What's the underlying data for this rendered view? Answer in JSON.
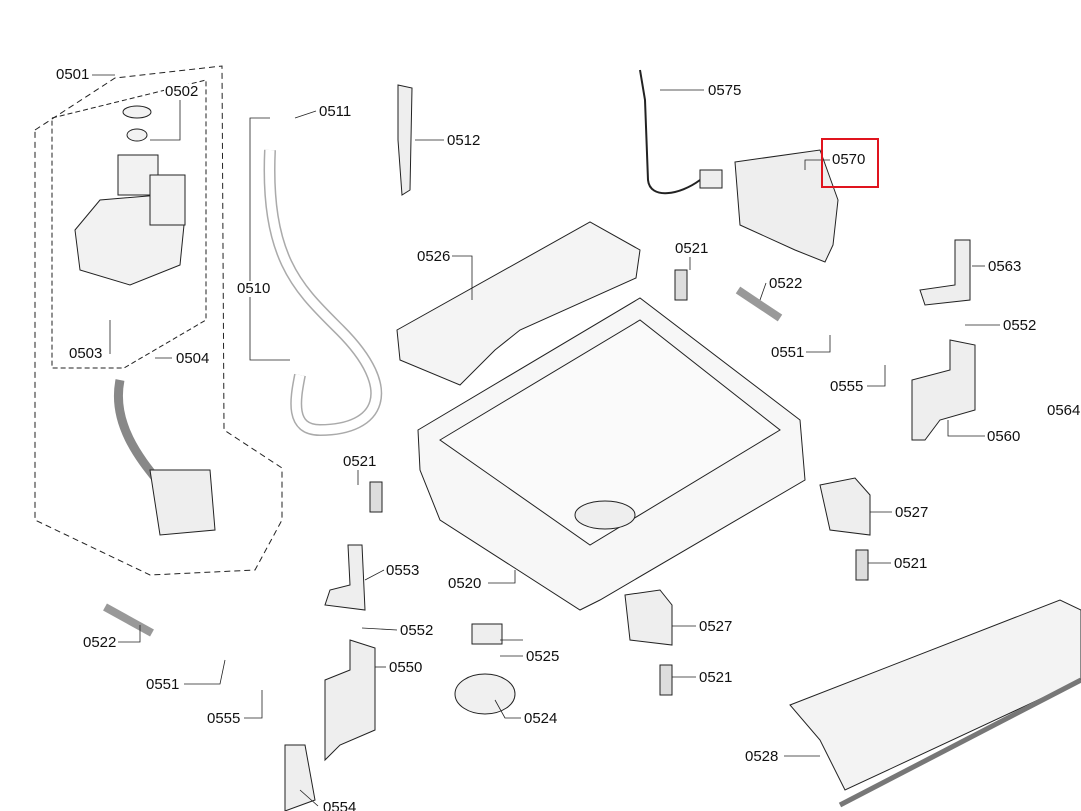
{
  "diagram": {
    "highlight_color": "#e0141e",
    "highlighted_part": "0570",
    "labels": {
      "p0501": "0501",
      "p0502": "0502",
      "p0503": "0503",
      "p0504": "0504",
      "p0510": "0510",
      "p0511": "0511",
      "p0512": "0512",
      "p0526": "0526",
      "p0575": "0575",
      "p0570": "0570",
      "p0521a": "0521",
      "p0522a": "0522",
      "p0551a": "0551",
      "p0555a": "0555",
      "p0563": "0563",
      "p0552a": "0552",
      "p0564": "0564",
      "p0560": "0560",
      "p0521b": "0521",
      "p0527a": "0527",
      "p0521c": "0521",
      "p0520": "0520",
      "p0553": "0553",
      "p0552b": "0552",
      "p0522b": "0522",
      "p0525": "0525",
      "p0527b": "0527",
      "p0550": "0550",
      "p0551b": "0551",
      "p0555b": "0555",
      "p0521d": "0521",
      "p0524": "0524",
      "p0528": "0528",
      "p0554": "0554"
    }
  }
}
